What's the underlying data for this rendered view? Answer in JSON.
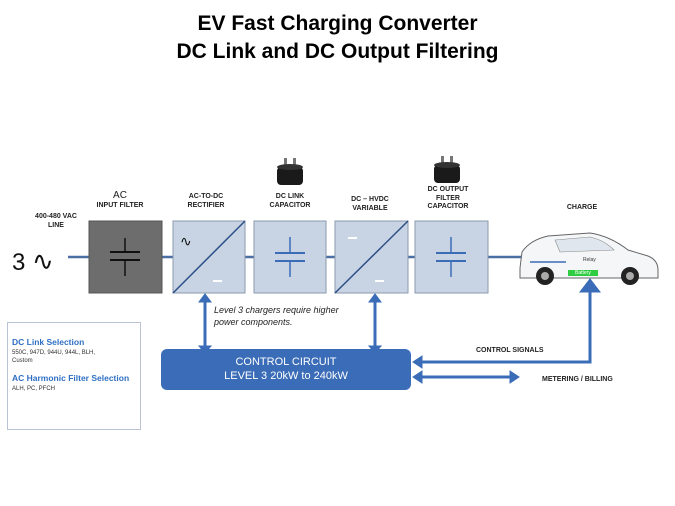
{
  "title_line1": "EV Fast Charging Converter",
  "title_line2": "DC Link and DC Output Filtering",
  "source": {
    "phase": "3",
    "symbol": "∿",
    "voltage_label_line1": "400-480 VAC",
    "voltage_label_line2": "LINE"
  },
  "stages": [
    {
      "line1": "AC",
      "line2": "INPUT FILTER",
      "line3": ""
    },
    {
      "line1": "AC-TO-DC",
      "line2": "RECTIFIER",
      "line3": ""
    },
    {
      "line1": "DC  LINK",
      "line2": "CAPACITOR",
      "line3": ""
    },
    {
      "line1": "DC – HVDC",
      "line2": "VARIABLE",
      "line3": ""
    },
    {
      "line1": "DC OUTPUT",
      "line2": "FILTER",
      "line3": "CAPACITOR"
    }
  ],
  "charge_label": "CHARGE",
  "car": {
    "relay_label": "Relay",
    "battery_label": "Battery"
  },
  "note_line1": "Level 3 chargers require higher",
  "note_line2": "power components.",
  "control": {
    "line1": "CONTROL CIRCUIT",
    "line2": "LEVEL 3 20kW to 240kW"
  },
  "control_signals_label": "CONTROL SIGNALS",
  "metering_label": "METERING / BILLING",
  "selection": {
    "dc_heading": "DC Link Selection",
    "dc_text_line1": "550C, 947D, 944U, 944L, BLH,",
    "dc_text_line2": "Custom",
    "ac_heading": "AC Harmonic Filter Selection",
    "ac_text": "ALH, PC, PFCH"
  },
  "colors": {
    "accent": "#3b6cb7",
    "box": "#c8d4e4",
    "dark_box": "#6d6d6d",
    "battery": "#2ecc40"
  }
}
